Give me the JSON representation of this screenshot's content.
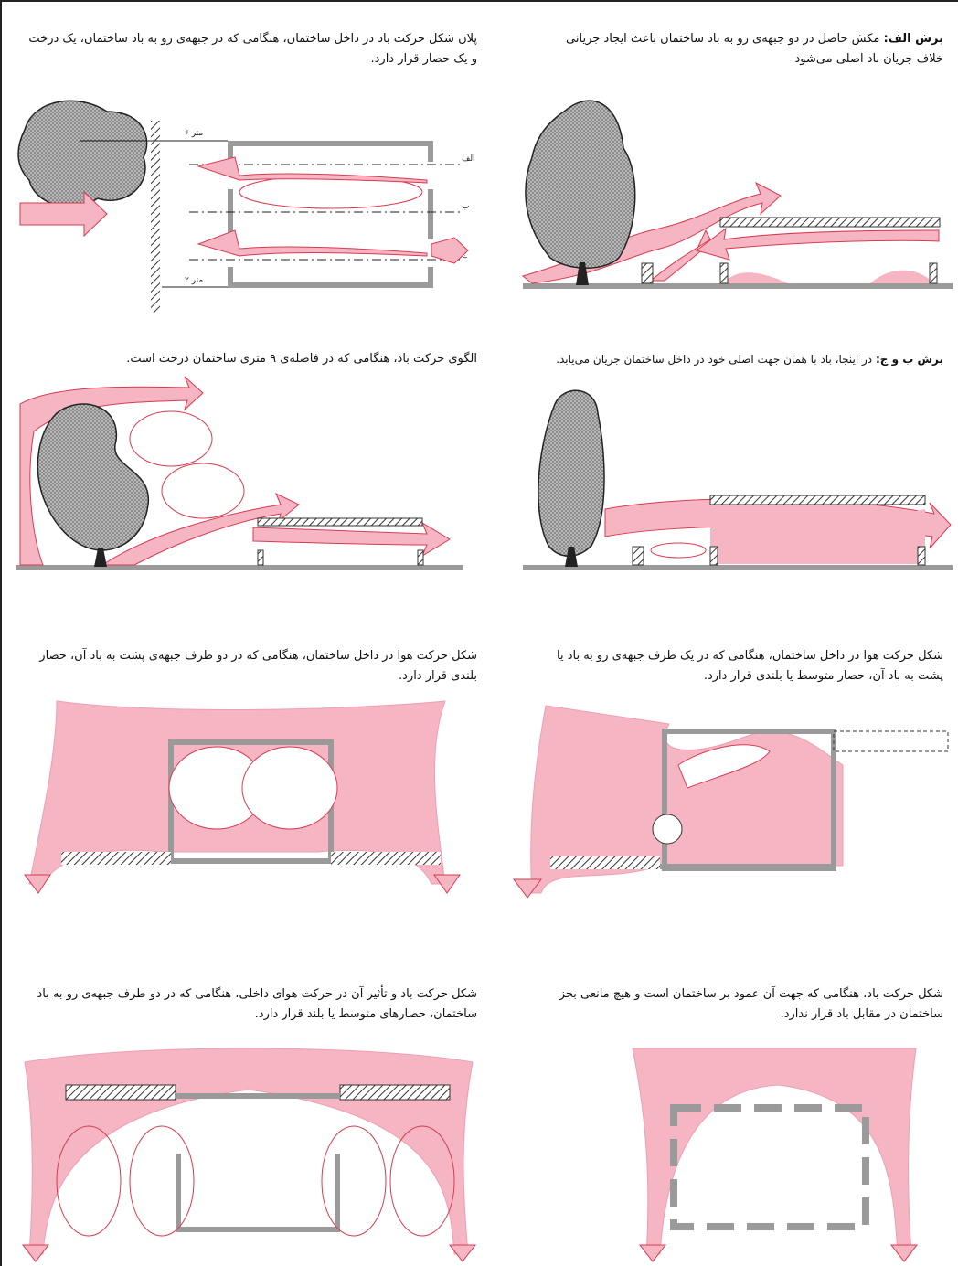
{
  "colors": {
    "wind_pink": "#f5b5c3",
    "wind_pink_dark": "#ee9fb2",
    "arrow_red": "#d93a4f",
    "wall_gray": "#9a9a9a",
    "hatch": "#333333",
    "tree_fill": "#9a9a9a"
  },
  "captions": {
    "sec_a_title": "برش الف:",
    "sec_a_text": "مکش حاصل در دو جبهه‌ی رو به باد ساختمان باعث ایجاد جریانی خلاف جریان باد اصلی می‌شود",
    "plan_text": "پلان شکل حرکت باد در داخل ساختمان، هنگامی که در جبهه‌ی رو به باد ساختمان، یک درخت و یک حصار قرار دارد.",
    "sec_bc_title": "برش ب و ج:",
    "sec_bc_text": "در اینجا، باد با همان جهت اصلی خود در داخل ساختمان جریان می‌یابد.",
    "pattern_9m": "الگوی حرکت باد، هنگامی که در فاصله‌ی ۹ متری ساختمان درخت است.",
    "one_side": "شکل حرکت هوا در داخل ساختمان، هنگامی که در یک طرف جبهه‌ی رو به باد یا پشت به باد آن، حصار متوسط یا بلندی قرار دارد.",
    "two_sides": "شکل حرکت هوا در داخل ساختمان، هنگامی که در دو طرف جبهه‌ی پشت به باد آن، حصار بلندی قرار دارد.",
    "perpendicular": "شکل حرکت باد، هنگامی که جهت آن عمود بر ساختمان است و هیچ مانعی بجز ساختمان در مقابل باد قرار ندارد.",
    "effect_indoor": "شکل حرکت باد و تأثیر آن در حرکت هوای داخلی، هنگامی که در دو طرف جبهه‌ی رو به باد ساختمان، حصارهای متوسط یا بلند قرار دارد."
  },
  "plan_labels": {
    "dist_6m": "۶ متر",
    "dist_2m": "۲ متر",
    "sec_a": "الف",
    "sec_b": "ب",
    "sec_c": "ج"
  }
}
